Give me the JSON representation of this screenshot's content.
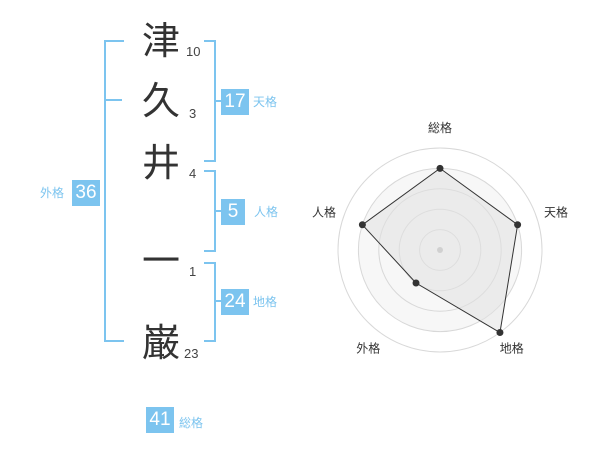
{
  "characters": [
    {
      "char": "津",
      "strokes": "10"
    },
    {
      "char": "久",
      "strokes": "3"
    },
    {
      "char": "井",
      "strokes": "4"
    },
    {
      "char": "一",
      "strokes": "1"
    },
    {
      "char": "巌",
      "strokes": "23"
    }
  ],
  "kaku": {
    "ten": {
      "value": "17",
      "label": "天格"
    },
    "jin": {
      "value": "5",
      "label": "人格"
    },
    "chi": {
      "value": "24",
      "label": "地格"
    },
    "gai": {
      "value": "36",
      "label": "外格"
    },
    "sou": {
      "value": "41",
      "label": "総格"
    }
  },
  "radar": {
    "axes": [
      "総格",
      "天格",
      "地格",
      "外格",
      "人格"
    ],
    "values": [
      0.8,
      0.8,
      1.0,
      0.4,
      0.8
    ]
  },
  "colors": {
    "accent": "#7cc4ef",
    "text": "#333333"
  }
}
